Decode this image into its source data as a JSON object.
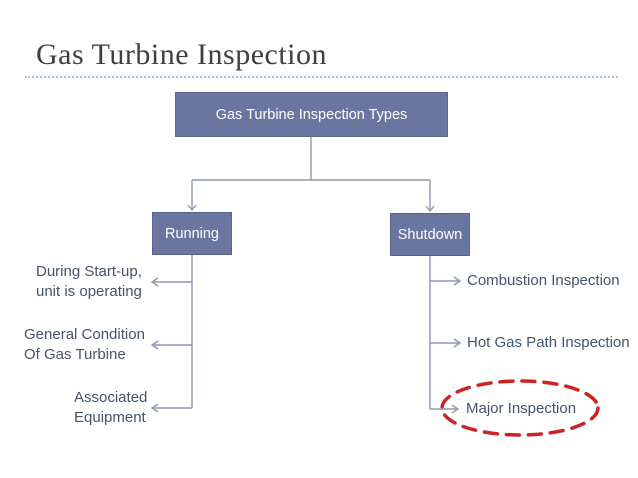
{
  "slide": {
    "title": "Gas Turbine Inspection"
  },
  "diagram": {
    "root_label": "Gas Turbine Inspection Types",
    "running": {
      "label": "Running",
      "items": [
        {
          "line1": "During Start-up,",
          "line2": "unit is operating"
        },
        {
          "line1": "General Condition",
          "line2": "Of Gas Turbine"
        },
        {
          "line1": "Associated",
          "line2": "Equipment"
        }
      ]
    },
    "shutdown": {
      "label": "Shutdown",
      "items": [
        {
          "label": "Combustion Inspection"
        },
        {
          "label": "Hot Gas Path Inspection"
        },
        {
          "label": "Major Inspection",
          "highlighted": true
        }
      ]
    }
  },
  "colors": {
    "background": "#ffffff",
    "title_text": "#3f3f40",
    "divider": "#aac4dd",
    "box_fill": "#6b76a0",
    "box_border": "#59648f",
    "box_text": "#ffffff",
    "connector": "#8e97b0",
    "label_text": "#44546a",
    "highlight_ellipse": "#cc2424"
  }
}
